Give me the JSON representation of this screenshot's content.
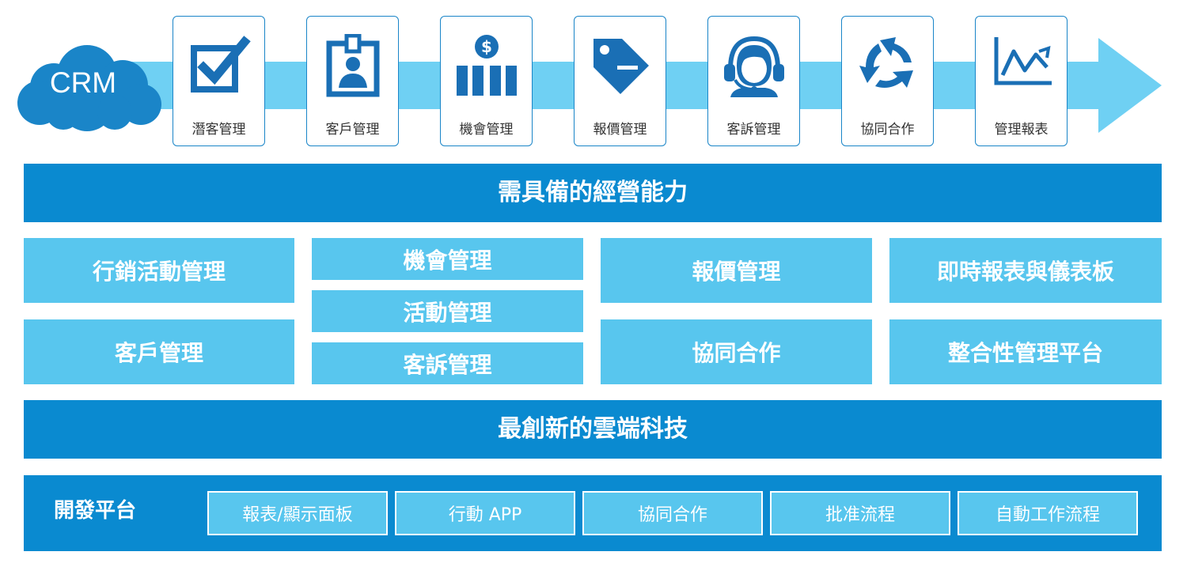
{
  "crm": {
    "label": "CRM"
  },
  "modules": [
    {
      "label": "潛客管理",
      "icon": "checkbox-icon"
    },
    {
      "label": "客戶管理",
      "icon": "id-badge-icon"
    },
    {
      "label": "機會管理",
      "icon": "money-chart-icon"
    },
    {
      "label": "報價管理",
      "icon": "price-tag-icon"
    },
    {
      "label": "客訴管理",
      "icon": "headset-agent-icon"
    },
    {
      "label": "協同合作",
      "icon": "cycle-arrows-icon"
    },
    {
      "label": "管理報表",
      "icon": "line-chart-icon"
    }
  ],
  "capabilities": {
    "title": "需具備的經營能力",
    "tiles": [
      "行銷活動管理",
      "客戶管理",
      "機會管理",
      "活動管理",
      "客訴管理",
      "報價管理",
      "協同合作",
      "即時報表與儀表板",
      "整合性管理平台"
    ]
  },
  "technology": {
    "title": "最創新的雲端科技"
  },
  "platform": {
    "label": "開發平台",
    "items": [
      "報表/顯示面板",
      "行動 APP",
      "協同合作",
      "批准流程",
      "自動工作流程"
    ]
  },
  "colors": {
    "dark_blue": "#0a8ad0",
    "light_blue": "#58c6ee",
    "arrow": "#6fd0f3",
    "icon_blue": "#1a6fb5"
  }
}
